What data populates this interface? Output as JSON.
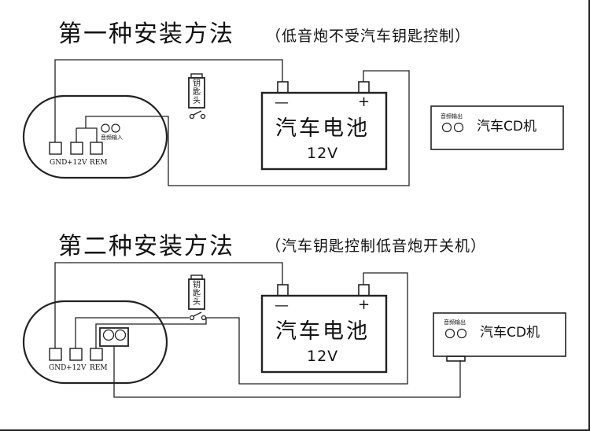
{
  "method1": {
    "title": "第一种安装方法",
    "subtitle": "（低音炮不受汽车钥匙控制）",
    "amp": {
      "gnd": "GND",
      "plus12": "+12V",
      "rem": "REM",
      "audio_in": "音频输入"
    },
    "key_switch": "钥匙头",
    "battery": {
      "minus": "—",
      "plus": "+",
      "name": "汽车电池",
      "voltage": "12V"
    },
    "cd_player": {
      "audio_out": "音频输出",
      "name": "汽车CD机"
    }
  },
  "method2": {
    "title": "第二种安装方法",
    "subtitle": "（汽车钥匙控制低音炮开关机）",
    "amp": {
      "gnd": "GND",
      "plus12": "+12V",
      "rem": "REM"
    },
    "key_switch": "钥匙头",
    "battery": {
      "minus": "—",
      "plus": "+",
      "name": "汽车电池",
      "voltage": "12V"
    },
    "cd_player": {
      "audio_out": "音频输出",
      "name": "汽车CD机"
    }
  }
}
